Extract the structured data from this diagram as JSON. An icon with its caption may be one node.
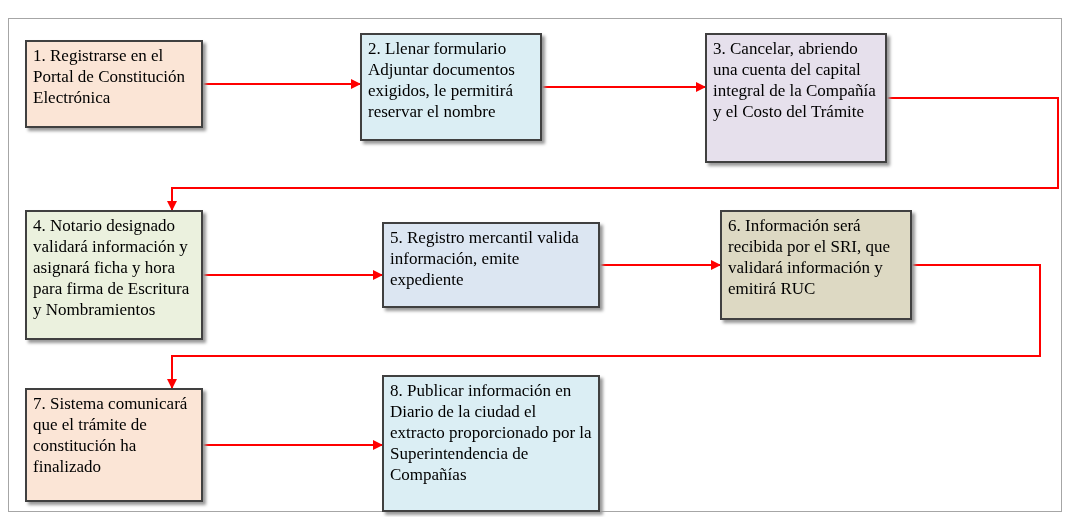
{
  "diagram": {
    "nodes": [
      {
        "text": [
          "1. Registrarse en el Portal de Constitución Electrónica"
        ]
      },
      {
        "text": [
          "2. Llenar formulario Adjuntar documentos exigidos, le permitirá reservar el nombre"
        ]
      },
      {
        "text": [
          "3. Cancelar, abriendo una cuenta del capital integral de la Compañía y el Costo del Trámite"
        ]
      },
      {
        "text": [
          "4. Notario designado validará información  y asignará ficha y hora para firma de Escritura y Nombramientos"
        ]
      },
      {
        "text": [
          "5. Registro mercantil valida información, emite expediente"
        ]
      },
      {
        "text": [
          "6. Información será recibida por el SRI, que validará información y emitirá RUC"
        ]
      },
      {
        "text": [
          "7. Sistema comunicará que el trámite de constitución ha finalizado"
        ]
      },
      {
        "text": [
          "8. Publicar  información en Diario de la ciudad el extracto proporcionado por la Superintendencia de Compañías"
        ]
      }
    ],
    "edges": [
      {
        "from": 0,
        "to": 1,
        "arrow": "to"
      },
      {
        "from": 1,
        "to": 2,
        "arrow": "to"
      },
      {
        "from": 2,
        "to": 3,
        "arrow": "to"
      },
      {
        "from": 3,
        "to": 4,
        "arrow": "to"
      },
      {
        "from": 4,
        "to": 5,
        "arrow": "to"
      },
      {
        "from": 5,
        "to": 6,
        "arrow": "to"
      },
      {
        "from": 6,
        "to": 7,
        "arrow": "to"
      }
    ]
  }
}
